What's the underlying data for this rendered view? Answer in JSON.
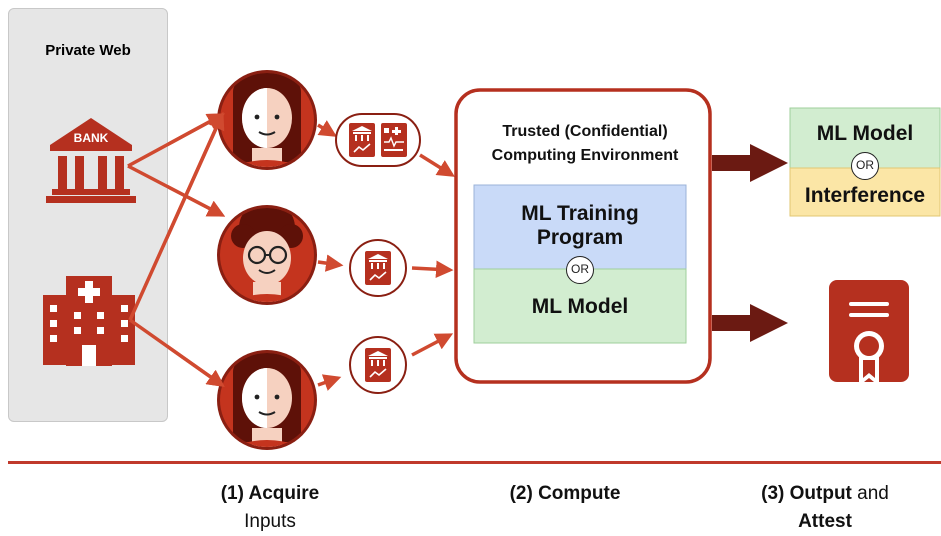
{
  "private_web": {
    "title": "Private Web",
    "bank_sign": "BANK"
  },
  "tce": {
    "title_line1": "Trusted (Confidential)",
    "title_line2": "Computing Environment"
  },
  "compute_box": {
    "top_label_line1": "ML Training",
    "top_label_line2": "Program",
    "or": "OR",
    "bottom_label": "ML Model"
  },
  "output_box": {
    "top_label": "ML Model",
    "or": "OR",
    "bottom_label": "Interference"
  },
  "steps": [
    {
      "bold": "(1) Acquire",
      "normal": "Inputs"
    },
    {
      "bold": "(2) Compute",
      "normal": ""
    },
    {
      "bold_a": "(3) Output",
      "normal": "and",
      "bold_b": "Attest"
    }
  ],
  "colors": {
    "accent": "#b5301f",
    "dark_red": "#6b1a12",
    "blue": "#c9daf8",
    "green": "#d2edd0",
    "yellow": "#fbe6a6",
    "grey_panel": "#e6e6e6",
    "rule": "#c0392b"
  }
}
